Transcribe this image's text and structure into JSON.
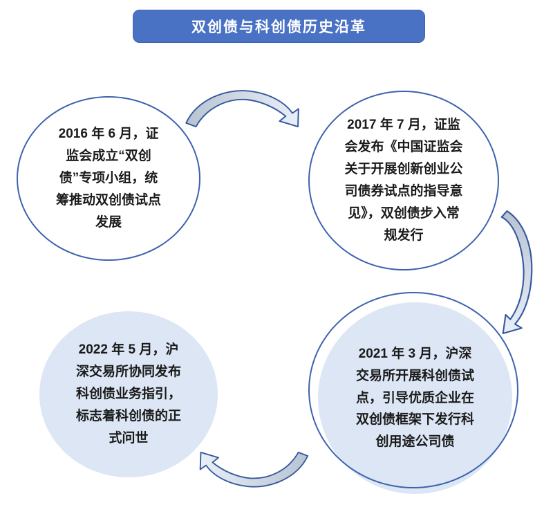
{
  "title": "双创债与科创债历史沿革",
  "colors": {
    "banner_bg": "#4A72C4",
    "banner_text": "#FFFFFF",
    "circle_border": "#3D63AE",
    "circle_fill_light": "#DCE6F4",
    "body_text": "#1A1A1A",
    "arrow_stroke": "#35599E",
    "arrow_fill_dark": "#B8C3D2",
    "arrow_fill_light": "#E9EFF8"
  },
  "nodes": [
    {
      "id": "node-2016",
      "style": "outlined",
      "text": "2016 年 6 月，证\n监会成立“双创\n债”专项小组，统\n筹推动双创债试点\n发展"
    },
    {
      "id": "node-2017",
      "style": "outlined",
      "text": "2017 年 7 月，证监\n会发布《中国证监会\n关于开展创新创业公\n司债券试点的指导意\n见》，双创债步入常\n规发行"
    },
    {
      "id": "node-2021",
      "style": "filled-with-ring",
      "text": "2021 年 3 月，沪深\n交易所开展科创债试\n点，引导优质企业在\n双创债框架下发行科\n创用途公司债"
    },
    {
      "id": "node-2022",
      "style": "filled",
      "text": "2022 年 5 月，沪\n深交易所协同发布\n科创债业务指引，\n标志着科创债的正\n式问世"
    }
  ],
  "arrows": [
    {
      "from": "node-2016",
      "to": "node-2017",
      "position": "top, curving left to right"
    },
    {
      "from": "node-2017",
      "to": "node-2021",
      "position": "right side, curving downward"
    },
    {
      "from": "node-2021",
      "to": "node-2022",
      "position": "bottom, curving right to left"
    }
  ]
}
